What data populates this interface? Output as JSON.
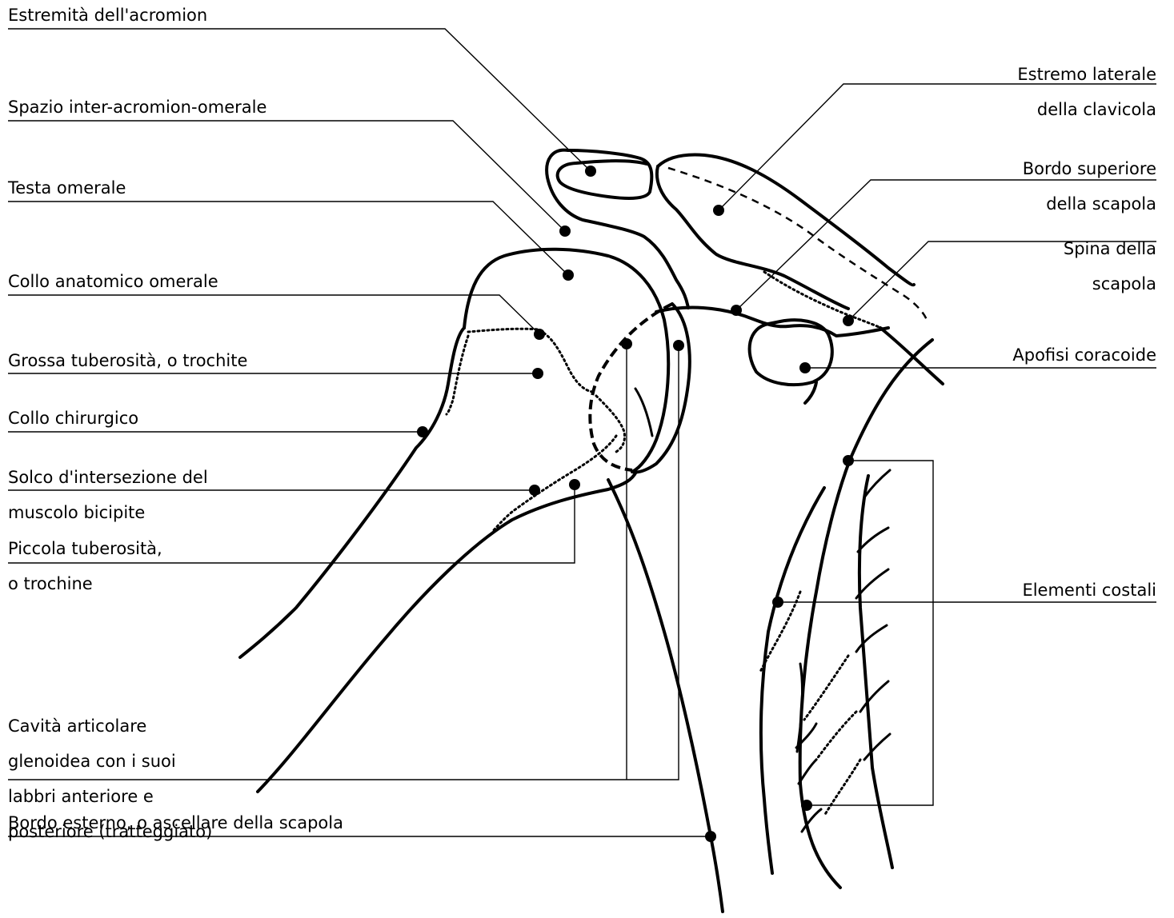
{
  "labels": {
    "estremita_acromion": "Estremità dell'acromion",
    "spazio_inter": "Spazio inter-acromion-omerale",
    "testa_omerale": "Testa omerale",
    "collo_anatomico": "Collo anatomico omerale",
    "grossa_tuberosita": "Grossa tuberosità, o trochite",
    "collo_chirurgico": "Collo chirurgico",
    "solco_line1": "Solco d'intersezione del",
    "solco_line2": "muscolo bicipite",
    "piccola_line1": "Piccola tuberosità,",
    "piccola_line2": "o trochine",
    "cavita_line1": "Cavità articolare",
    "cavita_line2": "glenoidea con i suoi",
    "cavita_line3": "labbri anteriore e",
    "cavita_line4": "posteriore (tratteggiato)",
    "bordo_esterno": "Bordo esterno, o ascellare della scapola",
    "estremo_line1": "Estremo laterale",
    "estremo_line2": "della clavicola",
    "bordo_sup_line1": "Bordo superiore",
    "bordo_sup_line2": "della scapola",
    "spina_line1": "Spina della",
    "spina_line2": "scapola",
    "apofisi": "Apofisi coracoide",
    "elementi": "Elementi costali"
  }
}
